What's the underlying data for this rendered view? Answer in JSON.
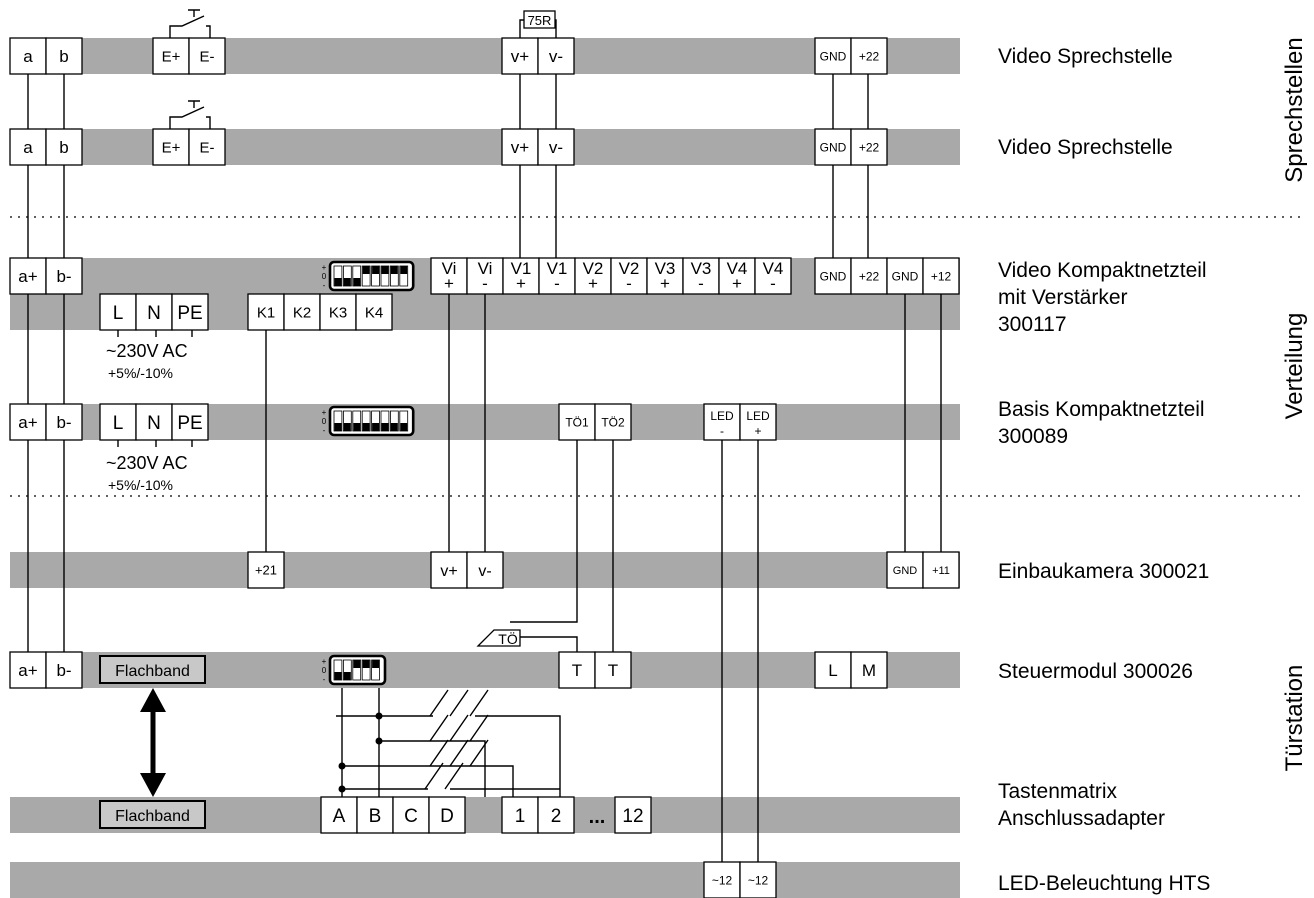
{
  "sections": [
    {
      "label": "Sprechstellen"
    },
    {
      "label": "Verteilung"
    },
    {
      "label": "Türstation"
    }
  ],
  "devices": [
    {
      "label": "Video Sprechstelle"
    },
    {
      "label": "Video Sprechstelle"
    },
    {
      "lines": [
        "Video Kompaktnetzteil",
        "mit Verstärker",
        "300117"
      ]
    },
    {
      "lines": [
        "Basis Kompaktnetzteil",
        "300089"
      ]
    },
    {
      "label": "Einbaukamera 300021"
    },
    {
      "label": "Steuermodul 300026"
    },
    {
      "lines": [
        "Tastenmatrix",
        "Anschlussadapter"
      ]
    },
    {
      "label": "LED-Beleuchtung HTS"
    }
  ],
  "row_terminals": [
    [
      "a",
      "b",
      "E+",
      "E-",
      "v+",
      "v-",
      "GND",
      "+22"
    ],
    [
      "a",
      "b",
      "E+",
      "E-",
      "v+",
      "v-",
      "GND",
      "+22"
    ],
    [
      "a+",
      "b-",
      "Vi|+",
      "Vi|-",
      "V1|+",
      "V1|-",
      "V2|+",
      "V2|-",
      "V3|+",
      "V3|-",
      "V4|+",
      "V4|-",
      "GND",
      "+22",
      "GND",
      "+12",
      "L",
      "N",
      "PE",
      "K1",
      "K2",
      "K3",
      "K4"
    ],
    [
      "a+",
      "b-",
      "L",
      "N",
      "PE",
      "TÖ1",
      "TÖ2",
      "LED|-",
      "LED|+"
    ],
    [
      "+21",
      "v+",
      "v-",
      "GND",
      "+11"
    ],
    [
      "a+",
      "b-",
      "T",
      "T",
      "L",
      "M"
    ],
    [
      "A",
      "B",
      "C",
      "D",
      "1",
      "2",
      "12"
    ],
    [
      "~12",
      "~12"
    ]
  ],
  "flatband": [
    "Flachband",
    "Flachband"
  ],
  "resistor": "75R",
  "ellipsis": "...",
  "door_opener": "TÖ",
  "power": [
    {
      "voltage": "~230V AC",
      "tolerance": "+5%/-10%"
    },
    {
      "voltage": "~230V AC",
      "tolerance": "+5%/-10%"
    }
  ],
  "dip": {
    "plus": "+",
    "zero": "0",
    "minus": "-"
  },
  "colors": {
    "bar": "#a9a9a9",
    "flatband": "#c8c8c8"
  }
}
